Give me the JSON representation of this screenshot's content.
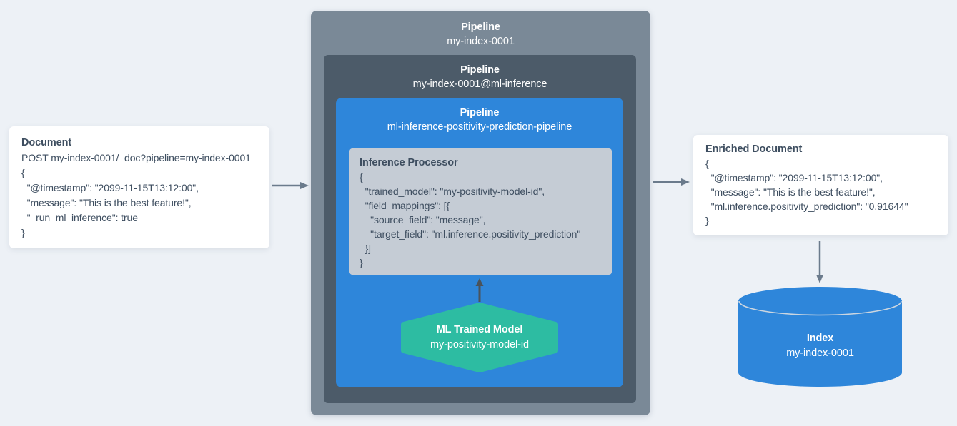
{
  "diagram": {
    "background_color": "#edf1f6",
    "text_color": "#3e4e60",
    "arrow_color": "#6b7b8c",
    "up_arrow_color": "#4a535b"
  },
  "document_card": {
    "title": "Document",
    "code": "POST my-index-0001/_doc?pipeline=my-index-0001\n{\n  \"@timestamp\": \"2099-11-15T13:12:00\",\n  \"message\": \"This is the best feature!\",\n  \"_run_ml_inference\": true\n}"
  },
  "pipeline_outer": {
    "label": "Pipeline",
    "name": "my-index-0001",
    "color": "#7a8997"
  },
  "pipeline_ml_inference": {
    "label": "Pipeline",
    "name": "my-index-0001@ml-inference",
    "color": "#4c5b69"
  },
  "pipeline_positivity": {
    "label": "Pipeline",
    "name": "ml-inference-positivity-prediction-pipeline",
    "color": "#2e86da"
  },
  "inference_processor": {
    "title": "Inference Processor",
    "code": "{\n  \"trained_model\": \"my-positivity-model-id\",\n  \"field_mappings\": [{\n    \"source_field\": \"message\",\n    \"target_field\": \"ml.inference.positivity_prediction\"\n  }]\n}",
    "color": "#c5ccd5"
  },
  "ml_trained_model": {
    "title": "ML Trained Model",
    "name": "my-positivity-model-id",
    "color": "#2dbca2"
  },
  "enriched_document_card": {
    "title": "Enriched Document",
    "code": "{\n  \"@timestamp\": \"2099-11-15T13:12:00\",\n  \"message\": \"This is the best feature!\",\n  \"ml.inference.positivity_prediction\": \"0.91644\"\n}"
  },
  "index_cylinder": {
    "title": "Index",
    "name": "my-index-0001",
    "color": "#2e86da"
  }
}
